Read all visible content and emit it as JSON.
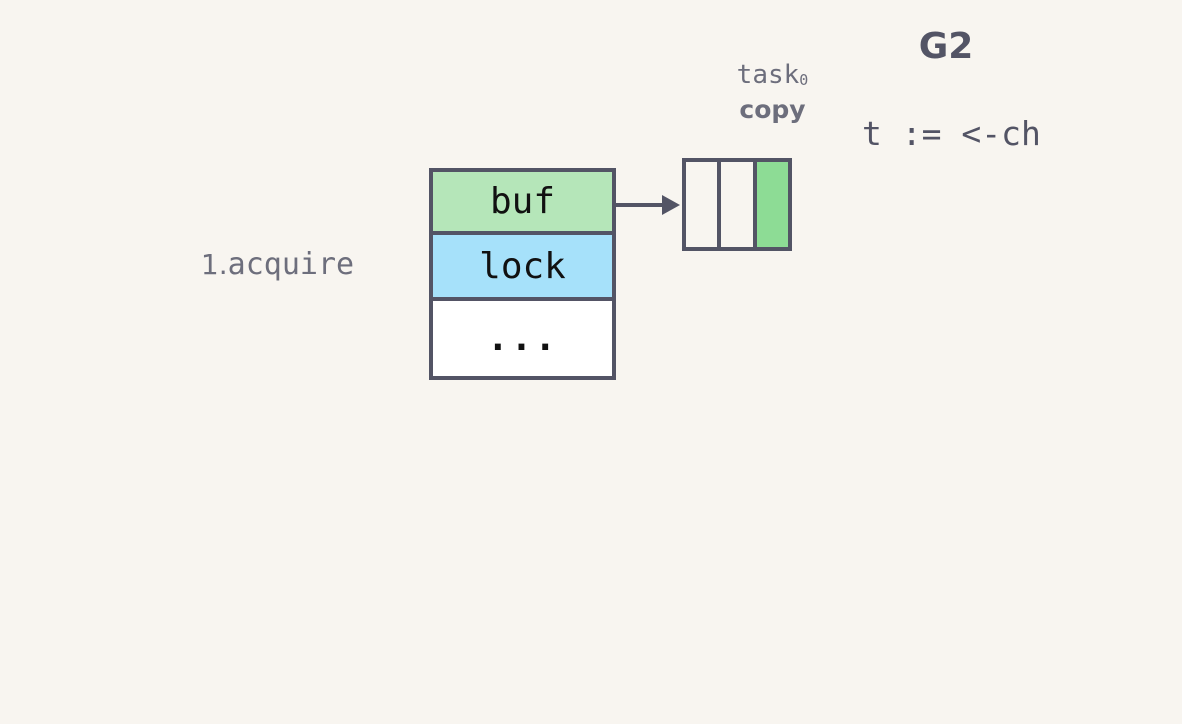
{
  "goroutine": {
    "title": "G2",
    "code": "t := <-ch"
  },
  "task": {
    "name": "task",
    "subscript": "0",
    "action": "copy"
  },
  "step": {
    "number": "1.",
    "text": "acquire"
  },
  "hchan": {
    "fields": [
      "buf",
      "lock",
      "..."
    ]
  },
  "buffer": {
    "slots": 3,
    "filled_slot": 3,
    "filled_color": "#8ddc95"
  },
  "colors": {
    "buf": "#b5e6b9",
    "lock": "#a6e1fa",
    "stroke": "#535465",
    "background": "#f8f5f0"
  }
}
